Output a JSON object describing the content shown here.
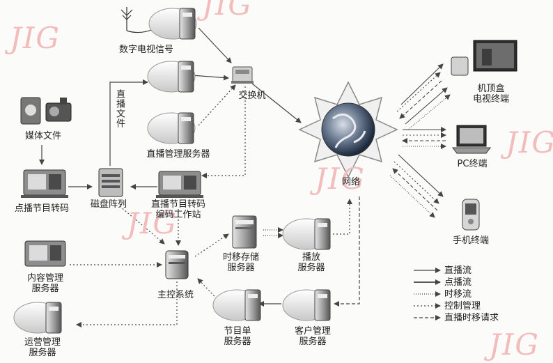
{
  "nodes": {
    "digital_tv": "数字电视信号",
    "live_feed": "直播文件",
    "switch": "交换机",
    "live_mgmt": "直播管理服务器",
    "media_files": "媒体文件",
    "vod_transcode": "点播节目转码",
    "disk_array": "磁盘阵列",
    "live_transcode_line1": "直播节目转码",
    "live_transcode_line2": "编码工作站",
    "network": "网络",
    "stb_line1": "机顶盒",
    "stb_line2": "电视终端",
    "pc": "PC终端",
    "mobile": "手机终端",
    "timeshift_line1": "时移存储",
    "timeshift_line2": "服务器",
    "playout_line1": "播放",
    "playout_line2": "服务器",
    "content_mgmt_line1": "内容管理",
    "content_mgmt_line2": "服务器",
    "master_control": "主控系统",
    "epg_line1": "节目单",
    "epg_line2": "服务器",
    "customer_mgmt_line1": "客户管理",
    "customer_mgmt_line2": "服务器",
    "ops_mgmt_line1": "运营管理",
    "ops_mgmt_line2": "服务器"
  },
  "legend": {
    "live_stream": "直播流",
    "vod_stream": "点播流",
    "timeshift_stream": "时移流",
    "control": "控制管理",
    "live_timeshift_request": "直播时移请求"
  },
  "watermark": "JIG"
}
